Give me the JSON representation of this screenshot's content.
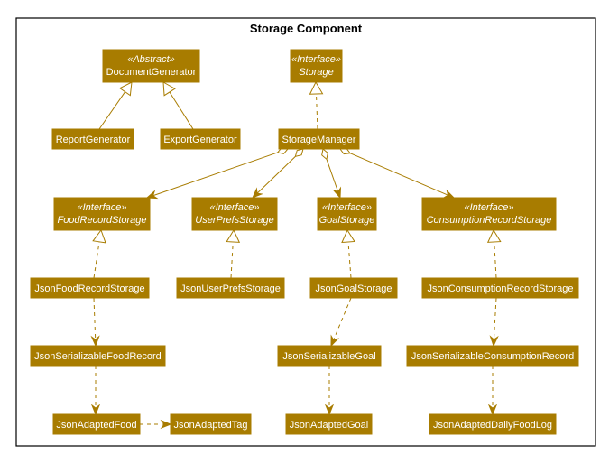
{
  "diagram": {
    "title": "Storage Component",
    "nodes": [
      {
        "id": "document-generator",
        "stereotype": "«Abstract»",
        "name": "DocumentGenerator",
        "italic_name": false
      },
      {
        "id": "storage",
        "stereotype": "«Interface»",
        "name": "Storage",
        "italic_name": true
      },
      {
        "id": "report-generator",
        "stereotype": "",
        "name": "ReportGenerator",
        "italic_name": false
      },
      {
        "id": "export-generator",
        "stereotype": "",
        "name": "ExportGenerator",
        "italic_name": false
      },
      {
        "id": "storage-manager",
        "stereotype": "",
        "name": "StorageManager",
        "italic_name": false
      },
      {
        "id": "food-record-storage",
        "stereotype": "«Interface»",
        "name": "FoodRecordStorage",
        "italic_name": true
      },
      {
        "id": "user-prefs-storage",
        "stereotype": "«Interface»",
        "name": "UserPrefsStorage",
        "italic_name": true
      },
      {
        "id": "goal-storage",
        "stereotype": "«Interface»",
        "name": "GoalStorage",
        "italic_name": true
      },
      {
        "id": "consumption-record-storage",
        "stereotype": "«Interface»",
        "name": "ConsumptionRecordStorage",
        "italic_name": true
      },
      {
        "id": "json-food-record-storage",
        "stereotype": "",
        "name": "JsonFoodRecordStorage",
        "italic_name": false
      },
      {
        "id": "json-user-prefs-storage",
        "stereotype": "",
        "name": "JsonUserPrefsStorage",
        "italic_name": false
      },
      {
        "id": "json-goal-storage",
        "stereotype": "",
        "name": "JsonGoalStorage",
        "italic_name": false
      },
      {
        "id": "json-consumption-record-storage",
        "stereotype": "",
        "name": "JsonConsumptionRecordStorage",
        "italic_name": false
      },
      {
        "id": "json-serializable-food-record",
        "stereotype": "",
        "name": "JsonSerializableFoodRecord",
        "italic_name": false
      },
      {
        "id": "json-serializable-goal",
        "stereotype": "",
        "name": "JsonSerializableGoal",
        "italic_name": false
      },
      {
        "id": "json-serializable-consumption-record",
        "stereotype": "",
        "name": "JsonSerializableConsumptionRecord",
        "italic_name": false
      },
      {
        "id": "json-adapted-food",
        "stereotype": "",
        "name": "JsonAdaptedFood",
        "italic_name": false
      },
      {
        "id": "json-adapted-tag",
        "stereotype": "",
        "name": "JsonAdaptedTag",
        "italic_name": false
      },
      {
        "id": "json-adapted-goal",
        "stereotype": "",
        "name": "JsonAdaptedGoal",
        "italic_name": false
      },
      {
        "id": "json-adapted-daily-food-log",
        "stereotype": "",
        "name": "JsonAdaptedDailyFoodLog",
        "italic_name": false
      }
    ],
    "edges": [
      {
        "from": "report-generator",
        "to": "document-generator",
        "kind": "inheritance"
      },
      {
        "from": "export-generator",
        "to": "document-generator",
        "kind": "inheritance"
      },
      {
        "from": "storage-manager",
        "to": "storage",
        "kind": "realization"
      },
      {
        "from": "storage-manager",
        "to": "food-record-storage",
        "kind": "aggregation"
      },
      {
        "from": "storage-manager",
        "to": "user-prefs-storage",
        "kind": "aggregation"
      },
      {
        "from": "storage-manager",
        "to": "goal-storage",
        "kind": "aggregation"
      },
      {
        "from": "storage-manager",
        "to": "consumption-record-storage",
        "kind": "aggregation"
      },
      {
        "from": "json-food-record-storage",
        "to": "food-record-storage",
        "kind": "realization"
      },
      {
        "from": "json-user-prefs-storage",
        "to": "user-prefs-storage",
        "kind": "realization"
      },
      {
        "from": "json-goal-storage",
        "to": "goal-storage",
        "kind": "realization"
      },
      {
        "from": "json-consumption-record-storage",
        "to": "consumption-record-storage",
        "kind": "realization"
      },
      {
        "from": "json-food-record-storage",
        "to": "json-serializable-food-record",
        "kind": "dependency"
      },
      {
        "from": "json-goal-storage",
        "to": "json-serializable-goal",
        "kind": "dependency"
      },
      {
        "from": "json-consumption-record-storage",
        "to": "json-serializable-consumption-record",
        "kind": "dependency"
      },
      {
        "from": "json-serializable-food-record",
        "to": "json-adapted-food",
        "kind": "dependency"
      },
      {
        "from": "json-adapted-food",
        "to": "json-adapted-tag",
        "kind": "dependency"
      },
      {
        "from": "json-serializable-goal",
        "to": "json-adapted-goal",
        "kind": "dependency"
      },
      {
        "from": "json-serializable-consumption-record",
        "to": "json-adapted-daily-food-log",
        "kind": "dependency"
      }
    ]
  },
  "colors": {
    "node_fill": "#a87c00",
    "node_text": "#ffffff",
    "edge": "#a87c00",
    "frame": "#000000"
  }
}
